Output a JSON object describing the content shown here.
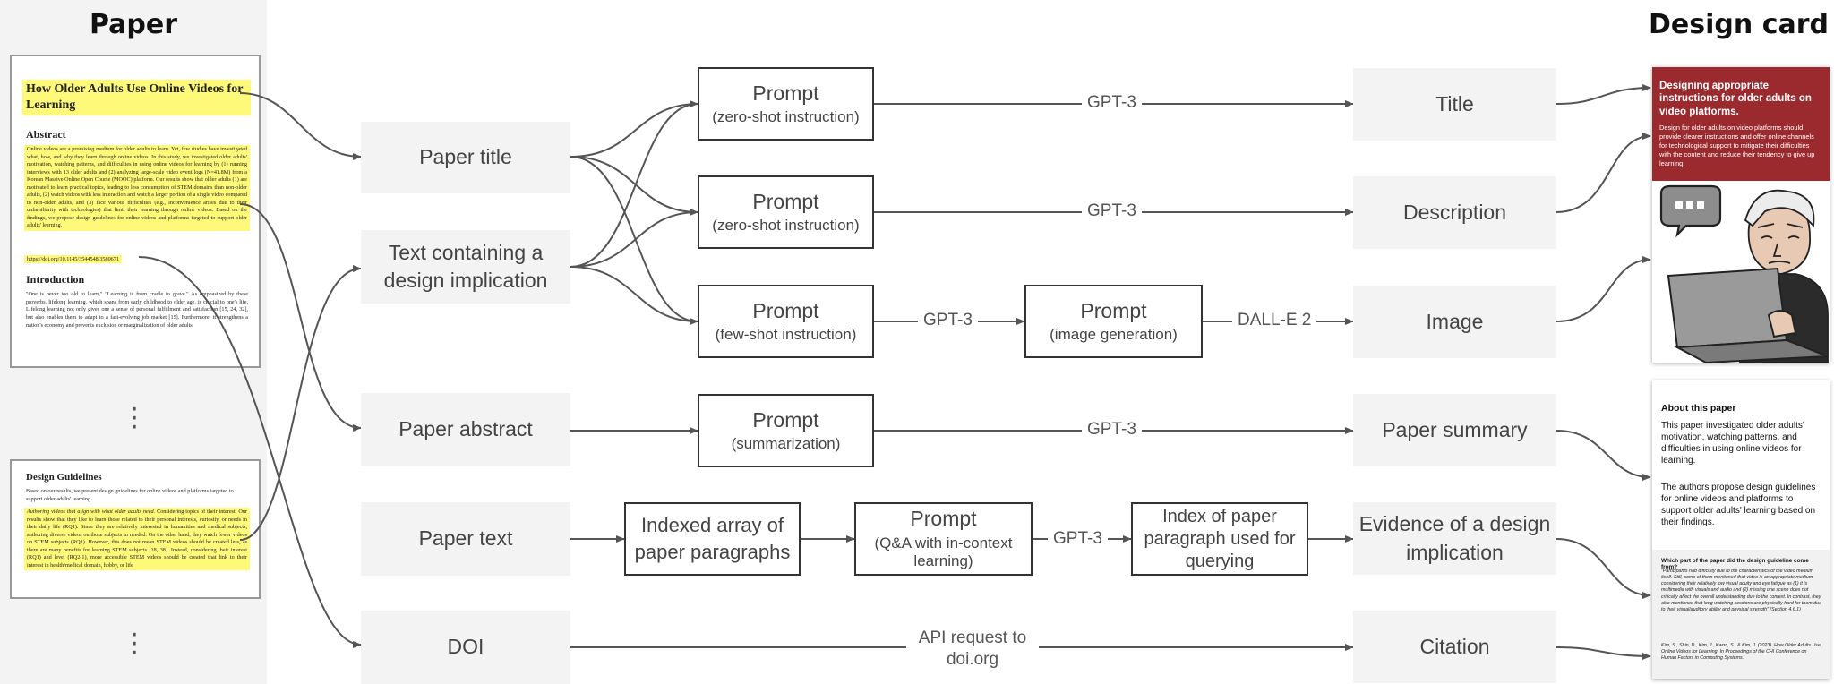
{
  "headings": {
    "paper": "Paper",
    "design_card": "Design card"
  },
  "paper_doc": {
    "title": "How Older Adults Use Online Videos for Learning",
    "abstract_heading": "Abstract",
    "abstract_text": "Online videos are a promising medium for older adults to learn. Yet, few studies have investigated what, how, and why they learn through online videos. In this study, we investigated older adults' motivation, watching patterns, and difficulties in using online videos for learning by (1) running interviews with 13 older adults and (2) analyzing large-scale video event logs (N=41.8M) from a Korean Massive Online Open Course (MOOC) platform. Our results show that older adults (1) are motivated to learn practical topics, leading to less consumption of STEM domains than non-older adults, (2) watch videos with less interaction and watch a larger portion of a single video compared to non-older adults, and (3) face various difficulties (e.g., inconvenience arises due to their unfamiliarity with technologies) that limit their learning through online videos. Based on the findings, we propose design guidelines for online videos and platforms targeted to support older adults' learning.",
    "doi": "https://doi.org/10.1145/3544548.3580671",
    "intro_heading": "Introduction",
    "intro_text": "\"One is never too old to learn,\" \"Learning is from cradle to grave.\" As emphasized by these proverbs, lifelong learning, which spans from early childhood to older age, is crucial to one's life. Lifelong learning not only gives one a sense of personal fulfillment and satisfaction [15, 24, 32], but also enables them to adapt to a fast-evolving job market [15]. Furthermore, it strengthens a nation's economy and prevents exclusion or marginalization of older adults."
  },
  "guidelines_doc": {
    "heading": "Design Guidelines",
    "intro": "Based on our results, we present design guidelines for online videos and platforms targeted to support older adults' learning.",
    "highlight_lead": "Authoring videos that align with what older adults need.",
    "highlight_text": " Considering topics of their interest: Our results show that they like to learn those related to their personal interests, curiosity, or needs in their daily life (RQ1). Since they are relatively interested in humanities and medical subjects, authoring diverse videos on those subjects in needed. On the other hand, they watch fewer videos on STEM subjects (RQ1). However, this does not mean STEM videos should be created less, as there are many benefits for learning STEM subjects [18, 38]. Instead, considering their interest (RQ1) and level (RQ2-1), more accessible STEM videos should be created that link to their interest in health/medical domain, hobby, or life"
  },
  "inputs": {
    "paper_title": "Paper title",
    "design_implication": "Text containing a design implication",
    "paper_abstract": "Paper abstract",
    "paper_text": "Paper text",
    "doi": "DOI"
  },
  "prompts": {
    "p1": {
      "title": "Prompt",
      "sub": "(zero-shot instruction)"
    },
    "p2": {
      "title": "Prompt",
      "sub": "(zero-shot instruction)"
    },
    "p3": {
      "title": "Prompt",
      "sub": "(few-shot instruction)"
    },
    "p4": {
      "title": "Prompt",
      "sub": "(image generation)"
    },
    "p5": {
      "title": "Prompt",
      "sub": "(summarization)"
    },
    "p6": {
      "title": "Prompt",
      "sub": "(Q&A with in-context learning)"
    },
    "indexed": "Indexed array of paper paragraphs",
    "index_used": "Index of paper paragraph used for querying"
  },
  "edge_labels": {
    "gpt3_title": "GPT-3",
    "gpt3_desc": "GPT-3",
    "gpt3_image": "GPT-3",
    "dalle": "DALL-E 2",
    "gpt3_summary": "GPT-3",
    "gpt3_qa": "GPT-3",
    "api": "API request to doi.org"
  },
  "outputs": {
    "title": "Title",
    "description": "Description",
    "image": "Image",
    "summary": "Paper summary",
    "evidence": "Evidence of a design implication",
    "citation": "Citation"
  },
  "card_front": {
    "title": "Designing appropriate instructions for older adults on video platforms.",
    "description": "Design for older adults on video platforms should provide clearer instructions and offer online channels for technological support to mitigate their difficulties with the content and reduce their tendency to give up learning.",
    "header_color": "#9b2a2f"
  },
  "card_back": {
    "about_heading": "About this paper",
    "about_p1": "This paper investigated older adults' motivation, watching patterns, and difficulties in using online videos for learning.",
    "about_p2": "The authors propose design guidelines for online videos and platforms to support older adults' learning based on their findings.",
    "question": "Which part of the paper did the design guideline come from?",
    "quote": "\"Participants had difficulty due to the characteristics of the video medium itself. Still, some of them mentioned that video is an appropriate medium considering their relatively low visual acuity and eye fatigue as (1) it is multimedia with visuals and audio and (2) missing one scene does not critically affect the overall understanding due to the context. In contrast, they also mentioned that long watching sessions are physically hard for them due to their visual/auditory ability and physical strength\" (Section 4.6.1)",
    "citation": "Kim, S., Shin, D., Kim, J., Kwon, S., & Kim, J. (2023). How Older Adults Use Online Videos for Learning. In Proceedings of the CHI Conference on Human Factors in Computing Systems."
  }
}
